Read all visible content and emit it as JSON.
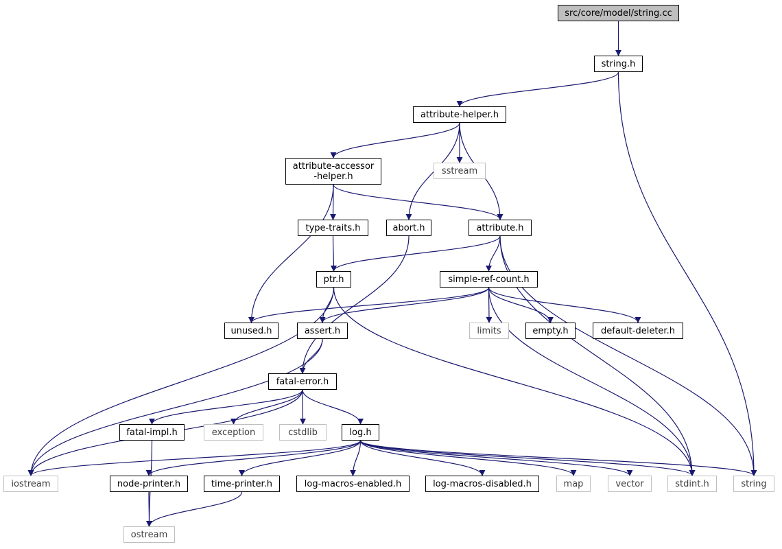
{
  "diagram": {
    "nodes": [
      {
        "id": "string_cc",
        "label": "src/core/model/string.cc",
        "style": "root"
      },
      {
        "id": "string_h",
        "label": "string.h",
        "style": "normal"
      },
      {
        "id": "attribute_helper_h",
        "label": "attribute-helper.h",
        "style": "normal"
      },
      {
        "id": "attribute_accessor_helper_h",
        "label": "attribute-accessor\n-helper.h",
        "style": "normal"
      },
      {
        "id": "sstream",
        "label": "sstream",
        "style": "external"
      },
      {
        "id": "type_traits_h",
        "label": "type-traits.h",
        "style": "normal"
      },
      {
        "id": "abort_h",
        "label": "abort.h",
        "style": "normal"
      },
      {
        "id": "attribute_h",
        "label": "attribute.h",
        "style": "normal"
      },
      {
        "id": "ptr_h",
        "label": "ptr.h",
        "style": "normal"
      },
      {
        "id": "simple_ref_count_h",
        "label": "simple-ref-count.h",
        "style": "normal"
      },
      {
        "id": "unused_h",
        "label": "unused.h",
        "style": "normal"
      },
      {
        "id": "assert_h",
        "label": "assert.h",
        "style": "normal"
      },
      {
        "id": "limits",
        "label": "limits",
        "style": "external"
      },
      {
        "id": "empty_h",
        "label": "empty.h",
        "style": "normal"
      },
      {
        "id": "default_deleter_h",
        "label": "default-deleter.h",
        "style": "normal"
      },
      {
        "id": "fatal_error_h",
        "label": "fatal-error.h",
        "style": "normal"
      },
      {
        "id": "fatal_impl_h",
        "label": "fatal-impl.h",
        "style": "normal"
      },
      {
        "id": "exception",
        "label": "exception",
        "style": "external"
      },
      {
        "id": "cstdlib",
        "label": "cstdlib",
        "style": "external"
      },
      {
        "id": "log_h",
        "label": "log.h",
        "style": "normal"
      },
      {
        "id": "iostream",
        "label": "iostream",
        "style": "external"
      },
      {
        "id": "node_printer_h",
        "label": "node-printer.h",
        "style": "normal"
      },
      {
        "id": "time_printer_h",
        "label": "time-printer.h",
        "style": "normal"
      },
      {
        "id": "log_macros_enabled_h",
        "label": "log-macros-enabled.h",
        "style": "normal"
      },
      {
        "id": "log_macros_disabled_h",
        "label": "log-macros-disabled.h",
        "style": "normal"
      },
      {
        "id": "map",
        "label": "map",
        "style": "external"
      },
      {
        "id": "vector",
        "label": "vector",
        "style": "external"
      },
      {
        "id": "stdint_h",
        "label": "stdint.h",
        "style": "external"
      },
      {
        "id": "string",
        "label": "string",
        "style": "external"
      },
      {
        "id": "ostream",
        "label": "ostream",
        "style": "external"
      }
    ],
    "edges": [
      {
        "from": "string_cc",
        "to": "string_h"
      },
      {
        "from": "string_h",
        "to": "attribute_helper_h"
      },
      {
        "from": "string_h",
        "to": "string"
      },
      {
        "from": "attribute_helper_h",
        "to": "attribute_accessor_helper_h"
      },
      {
        "from": "attribute_helper_h",
        "to": "sstream"
      },
      {
        "from": "attribute_helper_h",
        "to": "abort_h"
      },
      {
        "from": "attribute_helper_h",
        "to": "attribute_h"
      },
      {
        "from": "attribute_accessor_helper_h",
        "to": "type_traits_h"
      },
      {
        "from": "attribute_accessor_helper_h",
        "to": "attribute_h"
      },
      {
        "from": "attribute_accessor_helper_h",
        "to": "unused_h"
      },
      {
        "from": "type_traits_h",
        "to": "ptr_h"
      },
      {
        "from": "abort_h",
        "to": "fatal_error_h"
      },
      {
        "from": "attribute_h",
        "to": "ptr_h"
      },
      {
        "from": "attribute_h",
        "to": "simple_ref_count_h"
      },
      {
        "from": "attribute_h",
        "to": "stdint_h"
      },
      {
        "from": "attribute_h",
        "to": "string"
      },
      {
        "from": "ptr_h",
        "to": "iostream"
      },
      {
        "from": "ptr_h",
        "to": "assert_h"
      },
      {
        "from": "ptr_h",
        "to": "stdint_h"
      },
      {
        "from": "simple_ref_count_h",
        "to": "unused_h"
      },
      {
        "from": "simple_ref_count_h",
        "to": "assert_h"
      },
      {
        "from": "simple_ref_count_h",
        "to": "limits"
      },
      {
        "from": "simple_ref_count_h",
        "to": "empty_h"
      },
      {
        "from": "simple_ref_count_h",
        "to": "default_deleter_h"
      },
      {
        "from": "simple_ref_count_h",
        "to": "stdint_h"
      },
      {
        "from": "assert_h",
        "to": "iostream"
      },
      {
        "from": "assert_h",
        "to": "fatal_error_h"
      },
      {
        "from": "fatal_error_h",
        "to": "iostream"
      },
      {
        "from": "fatal_error_h",
        "to": "fatal_impl_h"
      },
      {
        "from": "fatal_error_h",
        "to": "exception"
      },
      {
        "from": "fatal_error_h",
        "to": "cstdlib"
      },
      {
        "from": "fatal_error_h",
        "to": "log_h"
      },
      {
        "from": "fatal_impl_h",
        "to": "ostream"
      },
      {
        "from": "log_h",
        "to": "iostream"
      },
      {
        "from": "log_h",
        "to": "node_printer_h"
      },
      {
        "from": "log_h",
        "to": "time_printer_h"
      },
      {
        "from": "log_h",
        "to": "log_macros_enabled_h"
      },
      {
        "from": "log_h",
        "to": "log_macros_disabled_h"
      },
      {
        "from": "log_h",
        "to": "map"
      },
      {
        "from": "log_h",
        "to": "vector"
      },
      {
        "from": "log_h",
        "to": "stdint_h"
      },
      {
        "from": "log_h",
        "to": "string"
      },
      {
        "from": "node_printer_h",
        "to": "ostream"
      },
      {
        "from": "time_printer_h",
        "to": "ostream"
      }
    ],
    "colors": {
      "edge": "#191970",
      "root_fill": "#bfbfbf",
      "node_border": "#000000",
      "external_border": "#bfbfbf",
      "external_text": "#404040"
    }
  }
}
